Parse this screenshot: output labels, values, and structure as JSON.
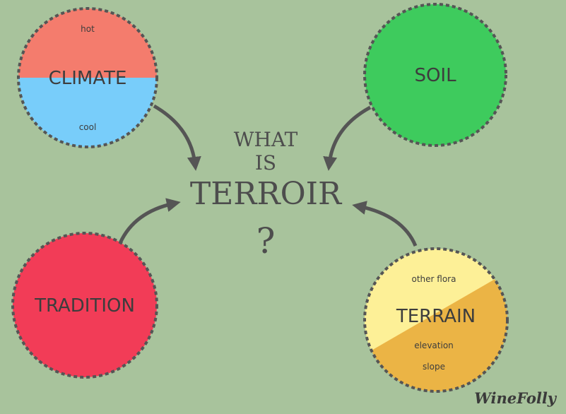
{
  "center": {
    "line1": "WHAT",
    "line2": "IS",
    "line3": "TERROIR",
    "mark": "?"
  },
  "circles": {
    "climate": {
      "label": "CLIMATE",
      "top_note": "hot",
      "bottom_note": "cool"
    },
    "soil": {
      "label": "SOIL"
    },
    "tradition": {
      "label": "TRADITION"
    },
    "terrain": {
      "label": "TERRAIN",
      "note_top": "other flora",
      "note_mid": "elevation",
      "note_bottom": "slope"
    }
  },
  "brand": "WineFolly",
  "colors": {
    "background": "#a8c39c",
    "climate_hot": "#f47c6d",
    "climate_cool": "#78cdfa",
    "soil": "#3ecb5d",
    "tradition": "#f23c57",
    "terrain_light": "#fdf097",
    "terrain_dark": "#ebb445",
    "dash": "#555555",
    "arrow": "#555555",
    "text": "#3d3d3d"
  }
}
